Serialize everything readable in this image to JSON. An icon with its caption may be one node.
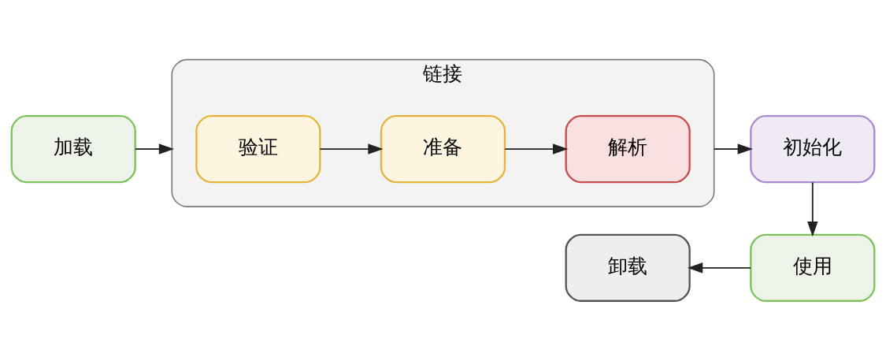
{
  "diagram": {
    "nodes": [
      {
        "text": [
          "加载"
        ]
      },
      {
        "text": [
          "链接"
        ]
      },
      {
        "text": [
          "验证"
        ],
        "in": 1
      },
      {
        "text": [
          "准备"
        ],
        "in": 1
      },
      {
        "text": [
          "解析"
        ],
        "in": 1
      },
      {
        "text": [
          "初始化"
        ]
      },
      {
        "text": [
          "使用"
        ]
      },
      {
        "text": [
          "卸载"
        ]
      }
    ],
    "edges": [
      {
        "from": 0,
        "to": 1,
        "arrow": "to"
      },
      {
        "from": 2,
        "to": 3,
        "arrow": "to"
      },
      {
        "from": 3,
        "to": 4,
        "arrow": "to"
      },
      {
        "from": 1,
        "to": 5,
        "arrow": "to"
      },
      {
        "from": 5,
        "to": 6,
        "arrow": "to"
      },
      {
        "from": 6,
        "to": 7,
        "arrow": "to"
      }
    ]
  }
}
